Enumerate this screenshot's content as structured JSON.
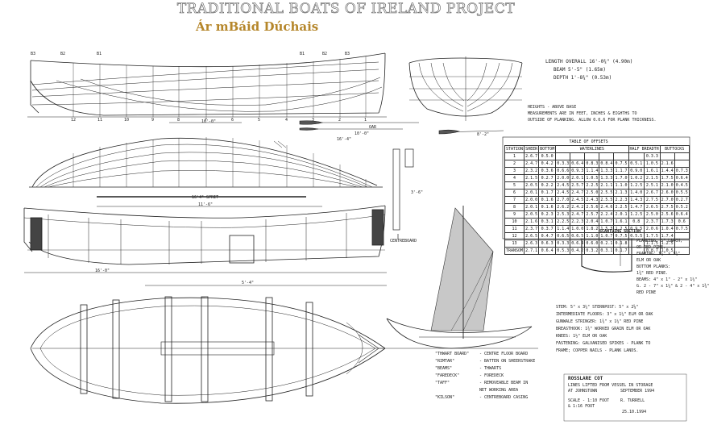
{
  "header": {
    "title": "TRADITIONAL BOATS OF IRELAND PROJECT",
    "subtitle": "Ár mBáid Dúchais"
  },
  "particulars": {
    "length": "LENGTH OVERALL 16'-0¾\" (4.90m)",
    "beam": "BEAM 5'-5\" (1.65m)",
    "depth": "DEPTH 1'-8¾\" (0.53m)"
  },
  "notes": [
    "HEIGHTS - ABOVE BASE",
    "MEASUREMENTS ARE IN FEET, INCHES & EIGHTHS TO",
    "OUTSIDE OF PLANKING. ALLOW 0.0.6 FOR PLANK THICKNESS."
  ],
  "station_labels": [
    "12",
    "11",
    "10",
    "9",
    "8",
    "7",
    "6",
    "5",
    "4",
    "3",
    "2",
    "1"
  ],
  "buttock_labels": [
    "B3",
    "B2",
    "B1",
    "B1",
    "B2",
    "B3"
  ],
  "oar_labels": {
    "oar": "OAR",
    "oar_len": "10'-0\"",
    "oar2": "8'-2\"",
    "spar": "16'-4\""
  },
  "sprit": {
    "label": "16'4\" SPRIT",
    "dim": "11'-6\""
  },
  "dims": {
    "hull_len": "16'-0\"",
    "plan_len": "5'-4\"",
    "cb_height": "3'-6\"",
    "cb_label": "CENTREBOARD"
  },
  "offsets_table": {
    "title": "TABLE OF OFFSETS",
    "head": [
      "STATION",
      "SHEER",
      "BOTTOM",
      "WATERLINES",
      "",
      "",
      "",
      "",
      "HALF BREADTH",
      "",
      "BUTTOCKS",
      ""
    ],
    "rows": [
      [
        "1",
        "2.6.7",
        "0.5.0",
        "",
        "",
        "",
        "",
        "",
        "",
        "0.3.3",
        "",
        ""
      ],
      [
        "2",
        "2.4.7",
        "0.4.2",
        "0.3.3",
        "0.6.4",
        "0.8.3",
        "0.8.4",
        "0.7.5",
        "0.5.1",
        "1.0.5",
        "2.1.6",
        ""
      ],
      [
        "3",
        "2.3.2",
        "0.3.6",
        "0.6.6",
        "0.9.3",
        "1.1.4",
        "1.3.3",
        "1.1.7",
        "0.9.0",
        "1.6.1",
        "1.4.4",
        "0.7.3"
      ],
      [
        "4",
        "2.1.5",
        "0.2.7",
        "2.0.0",
        "2.0.1",
        "1.0.5",
        "1.3.3",
        "1.7.0",
        "1.0.2",
        "2.1.5",
        "1.7.5",
        "0.6.4"
      ],
      [
        "5",
        "2.0.5",
        "0.2.2",
        "2.4.5",
        "2.5.7",
        "2.2.5",
        "2.1.1",
        "1.1.0",
        "1.2.5",
        "2.5.1",
        "2.1.0",
        "0.4.5"
      ],
      [
        "6",
        "2.0.1",
        "0.1.7",
        "2.4.5",
        "2.4.7",
        "2.5.0",
        "2.5.5",
        "2.1.3",
        "1.4.0",
        "2.6.7",
        "2.6.0",
        "0.5.5"
      ],
      [
        "7",
        "2.0.0",
        "0.1.6",
        "2.7.0",
        "2.4.5",
        "2.4.3",
        "2.5.5",
        "2.2.3",
        "1.4.3",
        "2.7.5",
        "2.7.0",
        "0.2.7"
      ],
      [
        "8",
        "2.0.1",
        "0.1.6",
        "2.6.2",
        "2.4.2",
        "2.5.6",
        "2.4.6",
        "2.2.5",
        "1.4.7",
        "2.6.5",
        "2.7.5",
        "0.5.2"
      ],
      [
        "9",
        "2.0.5",
        "0.2.3",
        "2.5.3",
        "2.4.7",
        "2.5.7",
        "2.2.4",
        "2.0.1",
        "1.2.5",
        "2.5.0",
        "2.5.6",
        "0.6.4"
      ],
      [
        "10",
        "2.1.6",
        "0.3.1",
        "2.2.5",
        "2.2.3",
        "2.0.4",
        "1.0.7",
        "1.6.1",
        "0.8",
        "2.3.7",
        "1.7.3",
        "0.6"
      ],
      [
        "11",
        "2.3.7",
        "0.3.7",
        "1.1.4",
        "1.0.0",
        "1.8.2",
        "1.5.3",
        "1.2.5",
        "0.9.5",
        "2.0.6",
        "1.0.4",
        "0.7.5"
      ],
      [
        "12",
        "2.6.5",
        "0.4.7",
        "0.6.5",
        "0.6.5",
        "1.1.0",
        "1.0.7",
        "0.7.5",
        "0.5.5",
        "1.7.5",
        "1.7.4",
        ""
      ],
      [
        "13",
        "2.6.3",
        "0.6.3",
        "0.3.3",
        "0.6.4",
        "0.6.0",
        "0.2.1",
        "0.1.8",
        "",
        "1.1.5",
        "1.2.5",
        ""
      ],
      [
        "TRANSOM",
        "2.7.1",
        "0.6.4",
        "0.5.3",
        "0.4.2",
        "0.3.2",
        "0.3.1",
        "0.1.7",
        "",
        "0.8.7",
        "1.0.5",
        ""
      ]
    ]
  },
  "scantlings": {
    "title": "SCANTLING SECTION",
    "lines": [
      "PLANKING: 5\" LARCH,",
      "OR RED PINE.",
      "FRAMING: 1¼\" x 1¾\"",
      "ELM OR OAK",
      "BOTTOM PLANKS:",
      "1¾\" RED PINE.",
      "BEAMS: 4\" x 1\" - 2\" x 1¼\"",
      "G. 2 - 7\" x 1¼\" & 2 - 4\" x 1¾\"",
      "RED PINE"
    ]
  },
  "specs": [
    "STEM: 5\" x 3¼\"   STERNPOST: 5\" x 2⅝\"",
    "INTERMEDIATE FLOORS: 3\" x 1¼\" ELM OR OAK",
    "GUNWALE STRINGER: 1¾\" x 1¼\" RED PINE",
    "BREASTHOOK: 1¾\" WORKED GRAIN ELM OR OAK",
    "KNEES: 1½\" ELM OR OAK",
    "FASTENING: GALVANISED SPIKES - PLANK TO",
    "FRAME; COPPER NAILS - PLANK LANDS."
  ],
  "legend": [
    {
      "term": "\"THWART BOARD\"",
      "desc": "- CENTRE FLOOR BOARD"
    },
    {
      "term": "\"RIMTAR\"",
      "desc": "- BATTEN ON SHEERSTRAKE"
    },
    {
      "term": "\"BEAMS\"",
      "desc": "- THWARTS"
    },
    {
      "term": "\"FAREDECK\"",
      "desc": "- FOREDECK"
    },
    {
      "term": "\"TAFF\"",
      "desc": "- REMOVEABLE BEAM IN"
    },
    {
      "term": "",
      "desc": "NET WORKING AREA"
    },
    {
      "term": "\"KILSON\"",
      "desc": "- CENTREBOARD CASING"
    }
  ],
  "title_block": {
    "name": "ROSSLARE COT",
    "lines": [
      "LINES LIFTED FROM VESSEL IN STORAGE",
      "AT JOHNSTOWN",
      "SEPTEMBER 1994",
      "SCALE - 1:10 FOOT",
      "& 1:16 FOOT"
    ],
    "drawn": "R. TURRELL",
    "date": "25.10.1994"
  },
  "colors": {
    "ink": "#222222",
    "sail_grey": "#c8c8c8",
    "title_gold": "#b5862a"
  }
}
